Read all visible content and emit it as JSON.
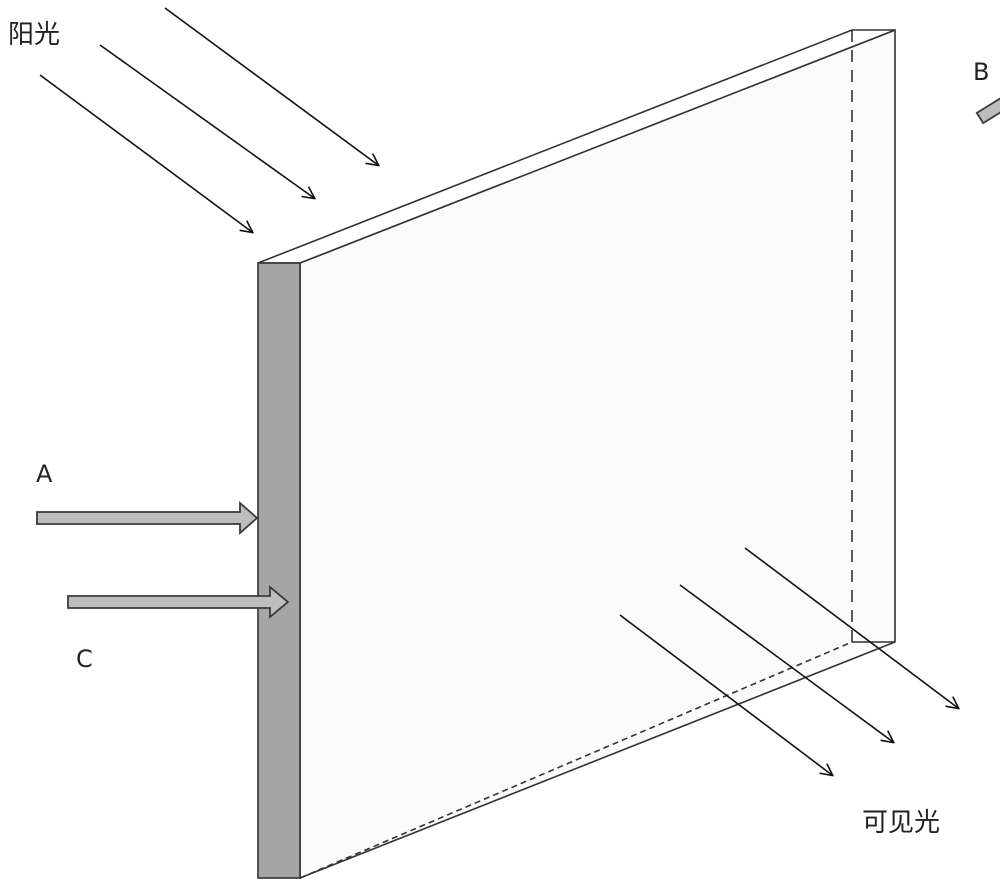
{
  "labels": {
    "sunlight": "阳光",
    "visible_light": "可见光",
    "a": "A",
    "b": "B",
    "c": "C"
  },
  "colors": {
    "outline": "#333333",
    "edge_fill": "#a6a6a6",
    "panel_fill": "#fbfbfb",
    "block_arrow_fill": "#bdbdbd",
    "block_arrow_stroke": "#3a3a3a",
    "ray": "#111111"
  }
}
